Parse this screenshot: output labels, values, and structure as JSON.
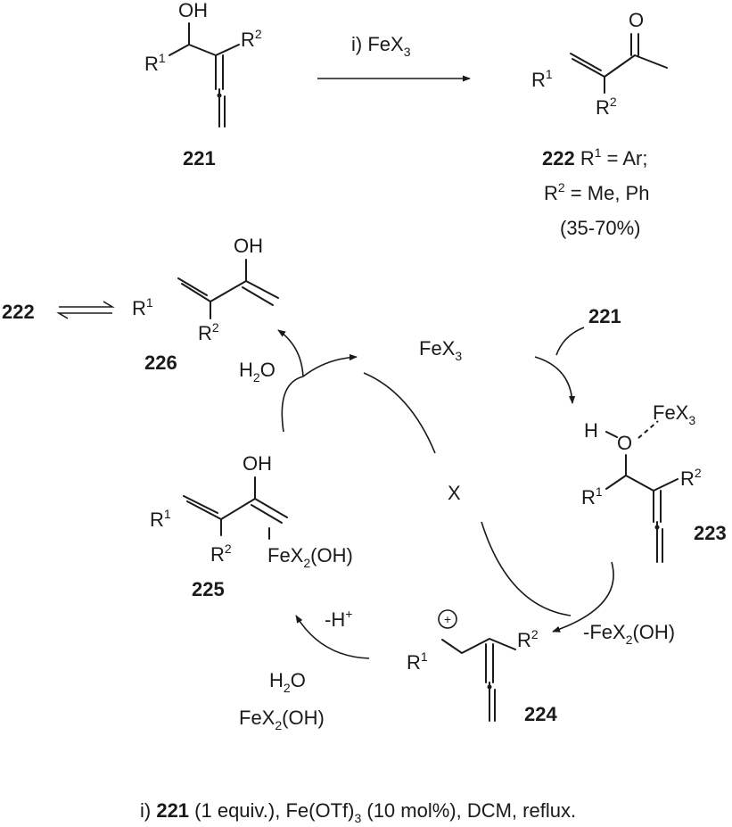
{
  "top": {
    "reactant": {
      "oh": "OH",
      "r1": "R",
      "r1_sup": "1",
      "r2": "R",
      "r2_sup": "2",
      "id": "221"
    },
    "reagent": {
      "prefix": "i) FeX",
      "sub": "3"
    },
    "product": {
      "o": "O",
      "r1": "R",
      "r1_sup": "1",
      "r2": "R",
      "r2_sup": "2",
      "id": "222",
      "line1_r": " R",
      "line1_sup": "1",
      "line1_rest": " = Ar;",
      "line2_r": "R",
      "line2_sup": "2",
      "line2_rest": " = Me, Ph",
      "line3": "(35-70%)"
    }
  },
  "cycle": {
    "eq_left": "222",
    "c226": {
      "oh": "OH",
      "r1": "R",
      "r1_sup": "1",
      "r2": "R",
      "r2_sup": "2",
      "id": "226"
    },
    "water_top": {
      "h": "H",
      "sub": "2",
      "o": "O"
    },
    "fex3": {
      "text": "FeX",
      "sub": "3"
    },
    "entry_221": "221",
    "c223": {
      "h": "H",
      "o": "O",
      "fex": "FeX",
      "fex_sub": "3",
      "r1": "R",
      "r1_sup": "1",
      "r2": "R",
      "r2_sup": "2",
      "id": "223"
    },
    "center_x": "X",
    "c225": {
      "oh": "OH",
      "r1": "R",
      "r1_sup": "1",
      "r2": "R",
      "r2_sup": "2",
      "fe": "FeX",
      "fe_sub": "2",
      "fe_rest": "(OH)",
      "id": "225"
    },
    "minus_fe": {
      "text": "-FeX",
      "sub": "2",
      "rest": "(OH)"
    },
    "c224": {
      "charge": "+",
      "r1": "R",
      "r1_sup": "1",
      "r2": "R",
      "r2_sup": "2",
      "id": "224"
    },
    "minus_h": {
      "text": "-H",
      "sup": "+"
    },
    "water_bottom": {
      "h": "H",
      "sub": "2",
      "o": "O"
    },
    "fex2oh": {
      "text": "FeX",
      "sub": "2",
      "rest": "(OH)"
    }
  },
  "footnote": {
    "prefix": "i) ",
    "bold": "221",
    "mid": " (1 equiv.), Fe(OTf)",
    "sub": "3",
    "rest": " (10 mol%), DCM, reflux."
  }
}
